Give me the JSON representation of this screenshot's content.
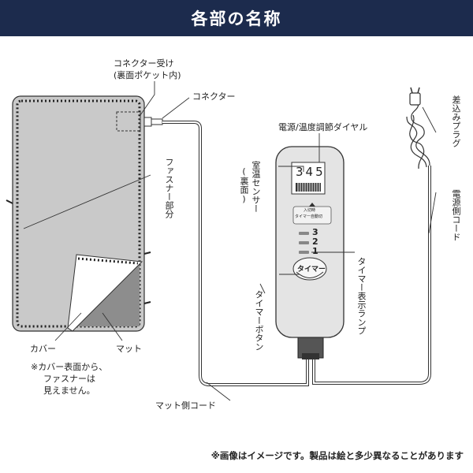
{
  "header": {
    "title": "各部の名称"
  },
  "labels": {
    "connector_receiver_line1": "コネクター受け",
    "connector_receiver_line2": "(裏面ポケット内)",
    "connector": "コネクター",
    "fastener": "ファスナー部分",
    "cover": "カバー",
    "mat": "マット",
    "note_line1": "※カバー表面から、",
    "note_line2": "ファスナーは",
    "note_line3": "見えません。",
    "mat_cord": "マット側コード",
    "power_temp_dial": "電源/温度調節ダイヤル",
    "room_temp_sensor": "室温センサー",
    "room_temp_sensor_sub": "(裏面)",
    "timer_button": "タイマーボタン",
    "timer_lamp": "タイマー表示ランプ",
    "plug": "差込みプラグ",
    "power_cord": "電源側コード"
  },
  "controller": {
    "dial_numbers": "345",
    "timer_panel_text1": "入切時",
    "timer_panel_text2": "タイマー自動切",
    "lamp_levels": [
      "3",
      "2",
      "1"
    ],
    "timer_button_label": "タイマー"
  },
  "footer": {
    "disclaimer": "※画像はイメージです。製品は絵と多少異なることがあります"
  }
}
